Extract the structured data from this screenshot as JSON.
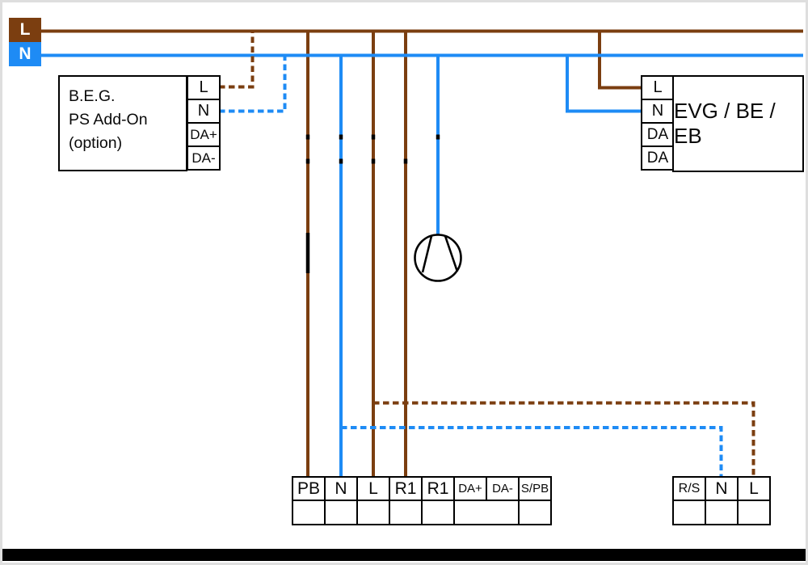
{
  "diagram": {
    "type": "wiring-diagram",
    "colors": {
      "phase_l_brown": "#7B3E10",
      "neutral_n_blue": "#1E8BF5",
      "wire_black": "#000000",
      "frame_gray": "#DEDEDE",
      "background": "#FFFFFF"
    },
    "rails": {
      "l_badge": "L",
      "n_badge": "N"
    },
    "left_device": {
      "name_lines": [
        "B.E.G.",
        "PS Add-On",
        "(option)"
      ],
      "terminals": [
        "L",
        "N",
        "DA+",
        "DA-"
      ]
    },
    "right_device": {
      "name": "EVG / BE / EB",
      "terminals": [
        "L",
        "N",
        "DA",
        "DA"
      ]
    },
    "lamp": {
      "icon": "lamp-icon"
    },
    "bottom_terminal_strip": {
      "labels": [
        "PB",
        "N",
        "L",
        "R1",
        "R1",
        "DA+",
        "DA-",
        "S/PB"
      ]
    },
    "bottom_right_terminal_strip": {
      "labels": [
        "R/S",
        "N",
        "L"
      ]
    },
    "wires": [
      {
        "from": "L-rail",
        "to": "right-edge",
        "color": "brown",
        "style": "solid"
      },
      {
        "from": "N-rail",
        "to": "right-edge",
        "color": "blue",
        "style": "solid"
      },
      {
        "from": "L-rail",
        "to": "terminal-PB",
        "color": "brown",
        "style": "solid",
        "note": "black segment mid-run"
      },
      {
        "from": "N-rail",
        "to": "terminal-N-bottom",
        "color": "blue",
        "style": "solid"
      },
      {
        "from": "L-rail",
        "to": "terminal-L-bottom",
        "color": "brown",
        "style": "solid"
      },
      {
        "from": "L-rail",
        "to": "terminal-R1",
        "color": "brown",
        "style": "solid"
      },
      {
        "from": "N-rail",
        "to": "lamp",
        "color": "blue",
        "style": "solid"
      },
      {
        "from": "L-rail",
        "to": "evg-terminal-L",
        "color": "brown",
        "style": "solid"
      },
      {
        "from": "N-rail",
        "to": "evg-terminal-N",
        "color": "blue",
        "style": "solid"
      },
      {
        "from": "ps-addon-terminal-L",
        "to": "L-rail",
        "color": "brown",
        "style": "dashed"
      },
      {
        "from": "ps-addon-terminal-N",
        "to": "N-rail",
        "color": "blue",
        "style": "dashed"
      },
      {
        "from": "terminal-L-bottom-wire",
        "to": "terminal-L-right",
        "color": "brown",
        "style": "dashed"
      },
      {
        "from": "terminal-N-bottom-wire",
        "to": "terminal-N-right",
        "color": "blue",
        "style": "dashed"
      }
    ]
  }
}
